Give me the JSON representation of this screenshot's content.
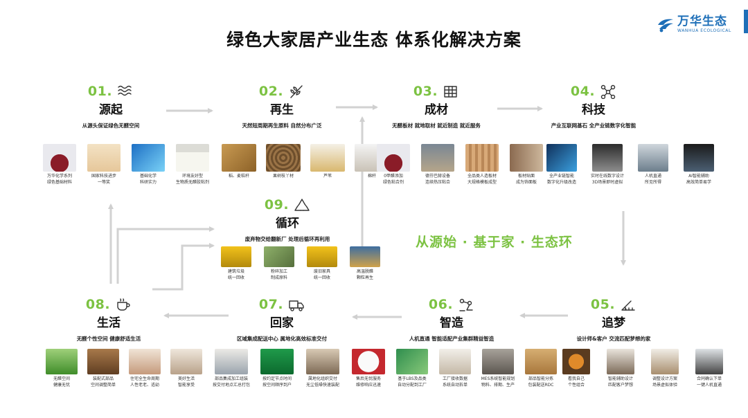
{
  "title": "绿色大家居产业生态 体系化解决方案",
  "logo": {
    "cn": "万华生态",
    "en": "WANHUA ECOLOGICAL"
  },
  "slogan": "从源始 · 基于家 · 生态环",
  "steps": [
    {
      "num": "01.",
      "name": "源起",
      "sub": "从源头保证绿色无醛空间",
      "icon": "waves-icon",
      "items": [
        {
          "cap": "万华化学系列\n绿色基础材料",
          "pic": "red-flask"
        },
        {
          "cap": "国家科技进步\n一等奖",
          "pic": "certificate"
        },
        {
          "cap": "基础化学\n科研实力",
          "pic": "molecule"
        },
        {
          "cap": "环境友好型\n生物质无醛胶粘剂",
          "pic": "glue-beaker"
        }
      ]
    },
    {
      "num": "02.",
      "name": "再生",
      "sub": "天然短周期再生原料 自然分布广泛",
      "icon": "wheat-icon",
      "items": [
        {
          "cap": "稻、麦秸秆",
          "pic": "straw-bale"
        },
        {
          "cap": "果树枝丫材",
          "pic": "branches"
        },
        {
          "cap": "芦苇",
          "pic": "reed"
        },
        {
          "cap": "棉秆",
          "pic": "cotton"
        }
      ]
    },
    {
      "num": "03.",
      "name": "成材",
      "sub": "无醛板材 就地取材 就近制造 就近服务",
      "icon": "board-icon",
      "items": [
        {
          "cap": "0甲醛添加\n绿色粘合剂",
          "pic": "red-flask"
        },
        {
          "cap": "德芬巴赫设备\n连续热压粘合",
          "pic": "factory-line"
        },
        {
          "cap": "全品类人造板材\n大规格模板成型",
          "pic": "board-stack"
        },
        {
          "cap": "板材贴面\n成为饰面板",
          "pic": "veneer"
        }
      ]
    },
    {
      "num": "04.",
      "name": "科技",
      "sub": "产业互联网基石 全产业链数字化智能",
      "icon": "network-icon",
      "items": [
        {
          "cap": "全产业链智能\n数字化升级改造",
          "pic": "smart-factory"
        },
        {
          "cap": "实时在线数字设计\n3D场景即时虚拟",
          "pic": "vr-user"
        },
        {
          "cap": "人机直通\n所见所得",
          "pic": "machine"
        },
        {
          "cap": "AI智能辅助\n高效简单易学",
          "pic": "monitor"
        }
      ]
    },
    {
      "num": "05.",
      "name": "追梦",
      "sub": "设计师&客户 交流匹配梦想的家",
      "icon": "ruler-icon",
      "items": [
        {
          "cap": "看我自己\n个性组合",
          "pic": "food-plate"
        },
        {
          "cap": "智能辅助设计\n匹配客户梦想",
          "pic": "designer"
        },
        {
          "cap": "调整设计方案\n场景虚拟体验",
          "pic": "room"
        },
        {
          "cap": "合同确认下单\n一键人机直通",
          "pic": "laptop"
        }
      ]
    },
    {
      "num": "06.",
      "name": "智造",
      "sub": "人机直通 智能适配产业集群精益智造",
      "icon": "robot-arm-icon",
      "items": [
        {
          "cap": "基于LBS及品类\n自动分配到工厂",
          "pic": "china-map"
        },
        {
          "cap": "工厂接收数据\n系统自动拆单",
          "pic": "desk"
        },
        {
          "cap": "MES系统智能规划\n物料、排期、生产",
          "pic": "workshop"
        },
        {
          "cap": "部品智能分拣\n包装配送RDC",
          "pic": "boxes"
        }
      ]
    },
    {
      "num": "07.",
      "name": "回家",
      "sub": "区域集成配送中心 属地化高效标准交付",
      "icon": "truck-icon",
      "items": [
        {
          "cap": "部品集成加工组装\n按交付地点汇总打包",
          "pic": "assembly"
        },
        {
          "cap": "按约定节点时间\n按空间顺序到户",
          "pic": "green-truck"
        },
        {
          "cap": "属地化组织交付\n无尘低噪快速装配",
          "pic": "installer"
        },
        {
          "cap": "售后无忧服务\n维修响应迅速",
          "pic": "clock"
        }
      ]
    },
    {
      "num": "08.",
      "name": "生活",
      "sub": "无醛个性空间 健康舒适生活",
      "icon": "cup-icon",
      "items": [
        {
          "cap": "无醛空间\n健康无忧",
          "pic": "green-house"
        },
        {
          "cap": "装配式部品\n空间调整简单",
          "pic": "shelf"
        },
        {
          "cap": "住宅全生命周期\n人性老老、适幼",
          "pic": "family"
        },
        {
          "cap": "美好生活\n智能享受",
          "pic": "couple"
        }
      ]
    },
    {
      "num": "09.",
      "name": "循环",
      "sub": "废弃物交给翻新厂 处理后循环再利用",
      "icon": "recycle-icon",
      "items": [
        {
          "cap": "建筑垃圾\n统一回收",
          "pic": "dump-truck"
        },
        {
          "cap": "粉碎加工\n制成原料",
          "pic": "chips"
        },
        {
          "cap": "废旧家具\n统一回收",
          "pic": "dump-truck"
        },
        {
          "cap": "高温脱醛\n颗粒再生",
          "pic": "plant"
        }
      ]
    }
  ]
}
